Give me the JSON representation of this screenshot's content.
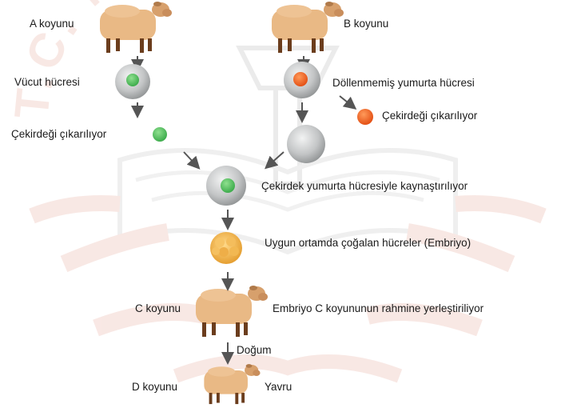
{
  "colors": {
    "sheep_body": "#e9b985",
    "sheep_head": "#d7a06c",
    "sheep_legs": "#6b3d1d",
    "cell_gray": "#c3c5c6",
    "nucleus_green": "#4cbb58",
    "nucleus_orange": "#ee5a20",
    "embryo": "#f0b040",
    "arrow": "#555555",
    "watermark": "#f4d6cf"
  },
  "watermark": {
    "arc_text": "T.C. M       E B         LIĞI"
  },
  "sheep": {
    "a": "A koyunu",
    "b": "B koyunu",
    "c": "C koyunu",
    "d": "D koyunu"
  },
  "steps": {
    "body_cell": "Vücut hücresi",
    "egg_cell": "Döllenmemiş yumurta hücresi",
    "nucleus_removed_left": "Çekirdeği çıkarılıyor",
    "nucleus_removed_right": "Çekirdeği çıkarılıyor",
    "fusion": "Çekirdek yumurta hücresiyle kaynaştırılıyor",
    "embryo": "Uygun ortamda çoğalan hücreler (Embriyo)",
    "implant": "Embriyo C koyununun rahmine yerleştiriliyor",
    "birth": "Doğum",
    "offspring": "Yavru"
  }
}
